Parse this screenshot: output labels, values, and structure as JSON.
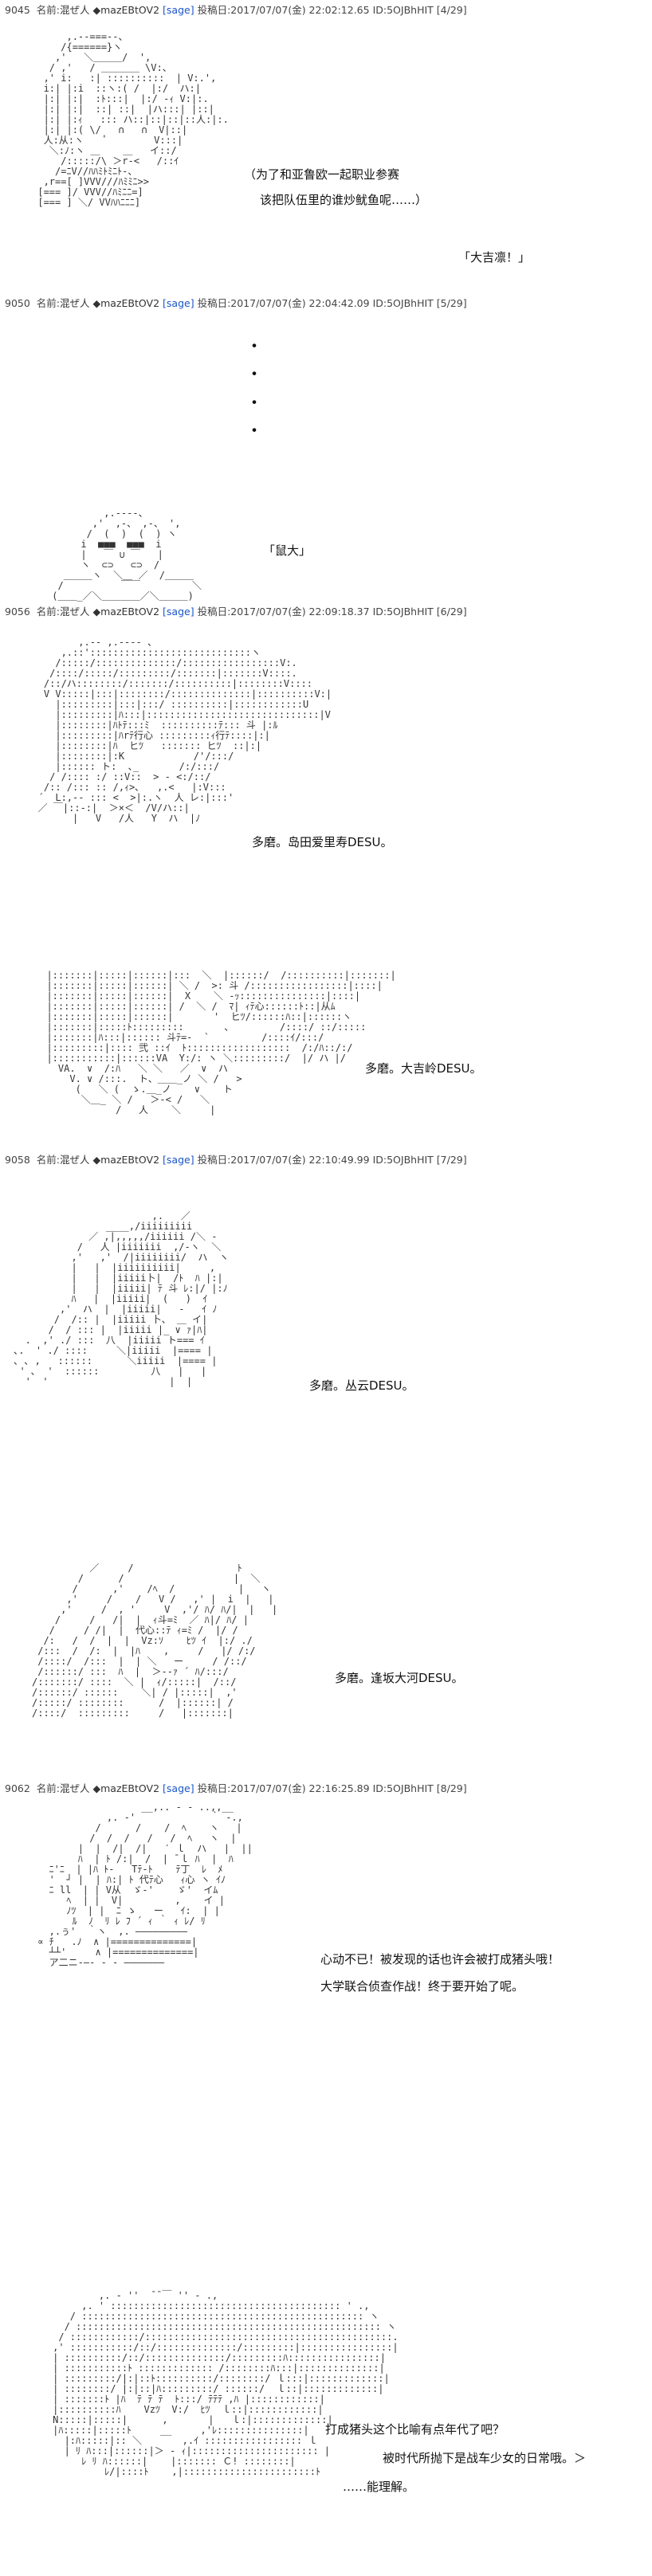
{
  "header_labels": {
    "name": "名前:",
    "date": "投稿日:",
    "id": "ID:"
  },
  "posts": [
    {
      "num": "9045",
      "name": "混ぜ人",
      "trip": "◆mazEBtOV2",
      "sage": "[sage]",
      "date": "2017/07/07(金) 22:02:12.65",
      "id": "5OJBhHIT",
      "count": "[4/29]",
      "art": [
        "           ,.-‐===‐-、",
        "          /{======}ヽ",
        "         ,'   ＼＿＿＿/  ',",
        "        / ,'   / ＿＿＿＿ \\V:、",
        "       ,' i:   :| ::::::::::  | V:.',",
        "       i:| |:i  ::ヽ:( /  |:/  ハ:|",
        "       |:| |:|  :ﾄ:::|  |:/ ‐ｨ V:|:.",
        "       |:| |:|  ::| ::|  |ハ:::| |::|",
        "       |:| |:ｨ   ::: ハ::|::|::|::人:|:.",
        "       |:| |:( \\/   ∩   ∩  V|::|",
        "       人:从:ヽ    ﾟ        V:::|",
        "        ＼:ﾉ:ヽ ＿    ＿   イ::/",
        "          /:::::/\\ ＞r-<   /::ｲ",
        "         /=ﾆV//ﾊﾊﾐﾄﾐﾆﾄ-、",
        "       ,r==[ ]VVV///ﾊﾐﾐﾆ>>",
        "      [=== ]/ VVV//ﾊﾐﾆﾆ=]",
        "      [=== ] ＼/ VVﾊﾊﾆﾆﾆ]"
      ],
      "lines": [
        "（为了和亚鲁欧一起职业参赛",
        "该把队伍里的谁炒鱿鱼呢……）",
        "「大吉凛！」"
      ]
    },
    {
      "num": "9050",
      "name": "混ぜ人",
      "trip": "◆mazEBtOV2",
      "sage": "[sage]",
      "date": "2017/07/07(金) 22:04:42.09",
      "id": "5OJBhHIT",
      "count": "[5/29]",
      "dots": [
        "・",
        "・",
        "・",
        "・"
      ],
      "art": [
        "          ,.-‐‐-、",
        "        ,'  ,-、 ,-、 ',",
        "       /  (  )  (  ) ヽ",
        "      i  ■■■  ■■■  i",
        "      |   ￣ ∪ ￣   |",
        "      ヽ  ⊂⊃   ⊂⊃  /",
        "   ＿＿＿ヽ  ＼＿_／  /＿＿＿",
        "  /          ￣￣         ＼",
        " (＿＿_／＼＿＿＿＿／＼＿＿＿)"
      ],
      "lines": [
        "「鼠大」"
      ]
    },
    {
      "num": "9056",
      "name": "混ぜ人",
      "trip": "◆mazEBtOV2",
      "sage": "[sage]",
      "date": "2017/07/07(金) 22:09:18.37",
      "id": "5OJBhHIT",
      "count": "[6/29]",
      "art": [
        "          ,.-‐ ,.---- 、",
        "       ,.::'::::::::::::::::::::::::::::ヽ",
        "      /:::::/::::::::::::::/:::::::::::::::::V:.",
        "     /::::/:::::/:::::::::/:::::::|:::::::V::::.",
        "    /::/ハ::::::::/:::::::/::::::::::|::::::::V::::",
        "    V V:::::|:::|::::::::/::::::::::::::|::::::::::V:|",
        "      |:::::::::|:::|:::/ ::::::::::|::::::::::::U",
        "      |:::::::::|ﾊ:::|::::::::::::::::::::::::::::::|V",
        "      |::::::::|ﾊﾄﾃ:::ﾐ  ::::::::::ﾃ::: 斗 |:ﾙ",
        "      |:::::::::|ﾊrﾃ行心 :::::::::ｨ行ﾃ::::|:|",
        "      |::::::::|ﾊ  ヒﾂ   ::::::: ヒﾂ  ::|:|",
        "      |::::::::|:K            /'/:::/",
        "      |:::::: ト:  ､_       /:/:::/",
        "     / /:::: :/ ::V::  > ‐ <:/::/",
        "    /:: /::: :: /,ｨ>､   ,.<   |:V:::",
        "   ´  L:,-‐ ::: <  >|:.ヽ  人 レ:|:::'",
        "   ／ ￣|::‐:|  ＞×＜  /V/ハ::|",
        "         |   V   /人   Y  ハ  |ﾉ"
      ],
      "lines": [
        "多磨。岛田爱里寿DESU。"
      ]
    },
    {
      "num": "",
      "art": [
        "  |:::::::|:::::|::::::|:::  ＼  |::::::/  /::::::::::|:::::::|",
        "  |:::::::|:::::|::::::| ＼ /  >: 斗 /:::::::::::::::::|::::|",
        "  |:::::::|:::::|::::::|  X    ＼ -ｯ:::::::::::::::|::::|",
        "  |:::::::|:::::|::::::| /  ＼ /  ﾏ| ｨﾃ心::::::ﾄ::|从ﾑ",
        "  |:::::::|:::::|::::::|       '  ヒﾂ/::::::ﾊ::|::::::ヽ",
        "  |:::::::|:::::ﾄ:::::::::       、        /::::/ ::/:::::",
        "  |:::::::|ﾊ:::|:::::: 斗ﾃ=-  `         /::::ｲ/:::/",
        "  |:::::::::|:::: 弐 ::ｲ  ﾄ::::::::::::::::::  /:/ﾊ::/:/",
        "  |:::::::::::|::::::VA  Y:/: ヽ ＼:::::::::/  |/ ハ |/",
        "    VA.  ∨  /:ﾊ   ＼ ＼   ／  ∨  ハ",
        "      V. ∨ /:::.  ト、＿＿_ノ ＼ /   >",
        "       (   ＼ (  ゝ.＿_ノ    ∨    ト",
        "        ＼＿_ ＼ /   ＞-< /   ＼",
        "              /   人    ＼     |"
      ],
      "lines": [
        "多磨。大吉岭DESU。"
      ]
    },
    {
      "num": "9058",
      "name": "混ぜ人",
      "trip": "◆mazEBtOV2",
      "sage": "[sage]",
      "date": "2017/07/07(金) 22:10:49.99",
      "id": "5OJBhHIT",
      "count": "[7/29]",
      "art": [
        "                         ,.   ／",
        "                 ____,/iiiiiiiii",
        "              ／ ,|,,,,,/iiiiii /＼ ‐",
        "            /   人 |iiiiiii  ,/‐ヽ  ＼",
        "           ,'   ,'  /|iiiiiiii/  ハ  ヽ",
        "           |   |  |iiiiiiiiii|     ,",
        "           |   |  |iiiii卜|  /ﾄ  ﾊ |:|",
        "           |   |  |iiiii| ﾃ 斗 ﾚ:|/ |:ﾉ",
        "           ﾊ   |  |iiiii|  (   )  ｲ",
        "         ,'  ハ  |  |iiiii|   ‐   ｲ ﾉ",
        "        /  /:: |  |iiiii 卜、 ＿ イ|",
        "       /  / ::: |  |iiiii |_ ∨ ｧ|ﾊ|",
        "   .  ,' ./ :::  八  |iiiii ト=== ｲ",
        " ､.  ' ./ ::::     ＼|iiiii  |==== |",
        " ､ ､ ,   ::::::      ＼iiiii  |==== |",
        "  ' ､  '  ::::::         八   |   |",
        "   '  '                     |  |"
      ],
      "lines": [
        "多磨。丛云DESU。"
      ]
    },
    {
      "num": "",
      "art": [
        "          ／     /                  ﾄ",
        "        /      /                   |  ＼",
        "       /      ,'    /ﾍ  /           |   ヽ",
        "      ,'     /    /   V /   ,' |  i  |   |",
        "     ,'     /  , '     V  ,'/ ﾊ/ ﾊ/|  |   |",
        "    /     /   /|  |  ｨ斗=ﾐ  ／ ﾊ|/ ﾊ/ |",
        "   /     / /|  |  代心::ﾃ ｨ=ﾐ /  |/ /",
        "  /:   /  /  |  |  Vz:ｿ    ﾋﾂ ｲ  |:/ ./",
        " /:::  /  /:  |  |ﾊ    ,     /   |/ /:/",
        " /::::/  /:::  |  | ＼   ー     / /::/",
        " /::::::/ :::  ﾊ  |  ＞‐‐ｧ ´ ﾊ/:::/",
        "/:::::::/ ::::  ＼ |  ｨ/:::::|  /::/",
        "/::::::/ ::::::    ＼| / |:::::|  ,'",
        "/:::::/ ::::::::      /  |::::::| /",
        "/::::/  :::::::::     /   |:::::::|"
      ],
      "lines": [
        "多磨。逢坂大河DESU。"
      ]
    },
    {
      "num": "9062",
      "name": "混ぜ人",
      "trip": "◆mazEBtOV2",
      "sage": "[sage]",
      "date": "2017/07/07(金) 22:16:25.89",
      "id": "5OJBhHIT",
      "count": "[8/29]",
      "art": [
        "                   __,.. ‐ ‐ ..,,__",
        "             ,. ‐'             ｀ ‐.,",
        "           /      /    /  ﾍ    ヽ   |",
        "          /  /  /   /   /  ﾍ   ヽ  |",
        "        |  |  /|  /|   ′ ｌ  ハ   |  ||",
        "        ﾊ  | ﾄ /:|  /  | ̄ ｌ ﾊ  |  ﾊ",
        "   ﾆ'ﾆ  | |ﾊ ﾄ-   Tﾃ-ﾄ    ﾃ丁  ﾚ  ﾒ",
        "   '  ┘ |  | ﾊ:| ﾄ 代ﾃ心   ｨ心 ヽ ｲﾉ",
        "   ﾆ ll  | | V从  ゞ-'    ゞ'  イﾑ",
        "      ﾍ  | |  V|         ,    イ |",
        "      ﾉﾂ  | |  ﾆ ゝ   ー   ｲ:  | |",
        "       ﾙ  ﾉ  ﾘ ﾚ ﾌ ´ ｨ ｀ ｨ ﾚ/ ﾘ",
        "   ,.ぅ'  ｀ヽ  ,. ―――――――――",
        " ∝ ﾁ   .ﾉ  ∧ |==============|",
        "   ┴┴'     ∧ |==============|",
        "   ア二ニ‐―‐ ‐ ‐ ―――――――"
      ],
      "lines": [
        "心动不已！被发现的话也许会被打成猪头哦！",
        "大学联合侦查作战！终于要开始了呢。"
      ]
    },
    {
      "num": "",
      "art": [
        "             ,. ‐ ''  ̄ ̄ ￣ '' ‐ .,",
        "          ,. ' :::::::::::::::::::::::::::::::::::::::: ' .,",
        "        / ::::::::::::::::::::::::::::::::::::::::::::::::: ヽ",
        "       / ::::::::::::::::::::::::::::::::::::::::::::::::::::: ヽ",
        "      / ::::::::::::/:::::::::::::::::::::::::::::::::::::::::::.",
        "     ,' :::::::::::/::/::::::::::::::/:::::::::|::::::::::::::::|",
        "     | ::::::::::/::/::::::::::::::/:::::::::ﾊ::::::::::::::::|",
        "     | :::::::::::ﾄ ::::::::::::: /::::::::ﾊ:::|::::::::::::::|",
        "     | :::::::::/|:|::ﾄ::::::::::/::::::::/ ｌ:::|:::::::::::::|",
        "     | ::::::::/ |:|::|ﾊ:::::::::/ ::::::/  ｌ::|:::::::::::::|",
        "     | :::::::ﾄ |ﾊ  ﾃ ﾃ ﾃ  ﾄ:::/ ﾃﾃﾃ ,ﾊ |::::::::::::|",
        "     |::::::::::ﾊ    Vzﾂ  V:/  ﾋﾂ  ｌ::|::::::::::::|",
        "     N:::::|:::::|      ,       |   ｌ:|:::::::::::::|",
        "     |ﾊ:::::|:::::ﾄ     __     ,'ﾚ:::::::::::::::|",
        "       |:ﾊ:::::|:: ＼       ,.ｲ ::::::::::::::::: ｌ",
        "       | ﾘ ﾊ:::|::::::|＞ ‐ ｨ|:::::::::::::::::::::: |",
        "          ﾚ ﾘ ﾊ::::::|    |::::::: Ｃ! ::::::::|",
        "              ﾚ/|::::ﾄ    ,|:::::::::::::::::::::::ﾄ"
      ],
      "lines": [
        "打成猪头这个比喻有点年代了吧？",
        "被时代所抛下是战车少女的日常哦。＞",
        "……能理解。"
      ]
    }
  ]
}
